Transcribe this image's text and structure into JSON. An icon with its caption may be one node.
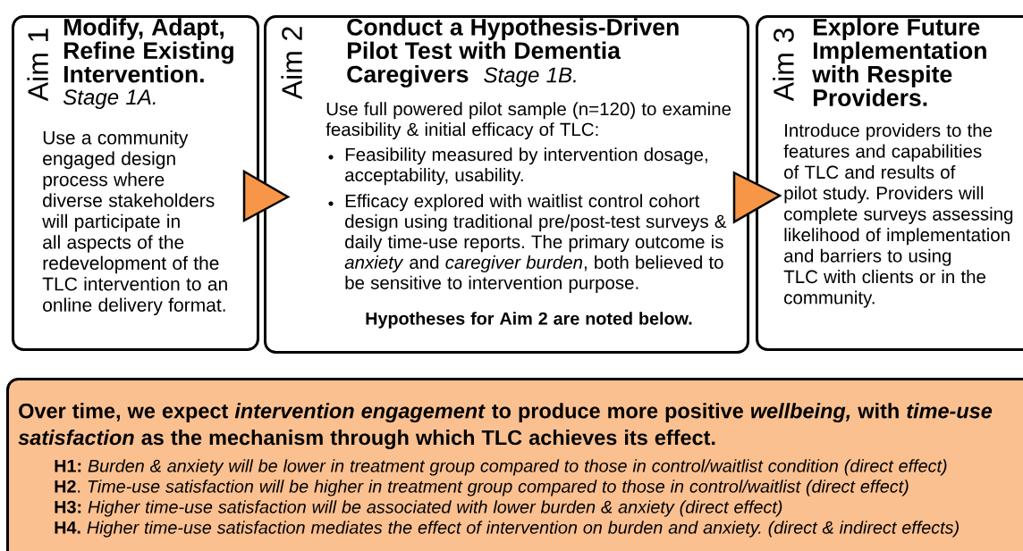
{
  "diagram": {
    "nodes": [
      {
        "text": [
          "Aim 1",
          "Modify, Adapt, Refine Existing Intervention.",
          "Stage 1A.",
          "Use a community engaged design process where diverse stakeholders will participate in all aspects of the redevelopment of the TLC intervention to an online delivery format."
        ]
      },
      {
        "text": [
          "Aim 2",
          "Conduct a Hypothesis-Driven Pilot Test with Dementia Caregivers",
          "Stage 1B.",
          "Use full powered pilot sample (n=120) to examine feasibility & initial efficacy of TLC:",
          "Feasibility measured by intervention dosage, acceptability, usability.",
          "Efficacy explored with waitlist control cohort design using traditional pre/post-test surveys & daily time-use reports. The primary outcome is *anxiety* and *caregiver burden*, both believed to be sensitive to intervention purpose.",
          "Hypotheses for Aim 2 are noted below."
        ]
      },
      {
        "text": [
          "Aim 3",
          "Explore Future Implementation with Respite Providers.",
          "Introduce providers to the features and capabilities of TLC and results of pilot study. Providers will complete surveys assessing likelihood of implementation and barriers to using TLC with clients or in the community."
        ]
      },
      {
        "text": [
          "Over time, we expect *intervention engagement* to produce more positive *wellbeing,* with *time-use satisfaction* as the mechanism through which TLC achieves its effect.",
          "**H1:** *Burden & anxiety will be lower in treatment group compared to those in control/waitlist condition (direct effect)*",
          "**H2**. *Time-use satisfaction will be higher in treatment group compared to those in control/waitlist (direct effect)*",
          "**H3:** *Higher time-use satisfaction will be associated with lower burden & anxiety (direct effect)*",
          "**H4.** *Higher time-use satisfaction mediates the effect of intervention on burden and anxiety. (direct & indirect effects)*"
        ]
      }
    ],
    "edges": [
      {
        "from": 0,
        "to": 1,
        "arrow": "to"
      },
      {
        "from": 1,
        "to": 2,
        "arrow": "to"
      }
    ]
  }
}
